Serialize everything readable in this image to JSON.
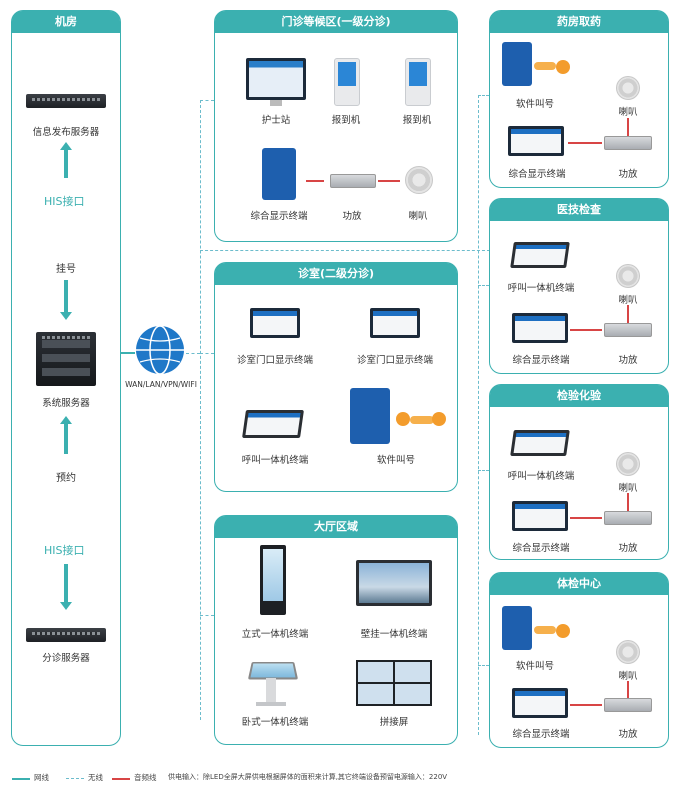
{
  "colors": {
    "teal": "#3bb0b0",
    "red": "#d84545",
    "blue": "#1e5fae"
  },
  "machine_room": {
    "title": "机房",
    "info_server": "信息发布服务器",
    "his_top": "HIS接口",
    "register": "挂号",
    "system_server": "系统服务器",
    "appointment": "预约",
    "his_bottom": "HIS接口",
    "triage_server": "分诊服务器"
  },
  "network": {
    "label": "WAN/LAN/VPN/WIFI"
  },
  "waiting_area": {
    "title": "门诊等候区(一级分诊)",
    "nurse_station": "护士站",
    "checkin_1": "报到机",
    "checkin_2": "报到机",
    "display_terminal": "综合显示终端",
    "amplifier": "功放",
    "speaker": "喇叭"
  },
  "clinic_room": {
    "title": "诊室(二级分诊)",
    "door_display_1": "诊室门口显示终端",
    "door_display_2": "诊室门口显示终端",
    "call_terminal": "呼叫一体机终端",
    "software_call": "软件叫号"
  },
  "hall": {
    "title": "大厅区域",
    "standing_terminal": "立式一体机终端",
    "wall_terminal": "壁挂一体机终端",
    "horizontal_terminal": "卧式一体机终端",
    "splicing_screen": "拼接屏"
  },
  "pharmacy": {
    "title": "药房取药",
    "software_call": "软件叫号",
    "speaker": "喇叭",
    "display_terminal": "综合显示终端",
    "amplifier": "功放"
  },
  "medtech": {
    "title": "医技检查",
    "call_terminal": "呼叫一体机终端",
    "speaker": "喇叭",
    "display_terminal": "综合显示终端",
    "amplifier": "功放"
  },
  "lab": {
    "title": "检验化验",
    "call_terminal": "呼叫一体机终端",
    "speaker": "喇叭",
    "display_terminal": "综合显示终端",
    "amplifier": "功放"
  },
  "checkup": {
    "title": "体检中心",
    "software_call": "软件叫号",
    "speaker": "喇叭",
    "display_terminal": "综合显示终端",
    "amplifier": "功放"
  },
  "legend": {
    "network_line": "网线",
    "wireless": "无线",
    "audio_line": "音频线",
    "power_note": "供电输入：除LED全屏大屏供电根据屏体的面积来计算,其它终端设备预留电源输入：220V"
  }
}
